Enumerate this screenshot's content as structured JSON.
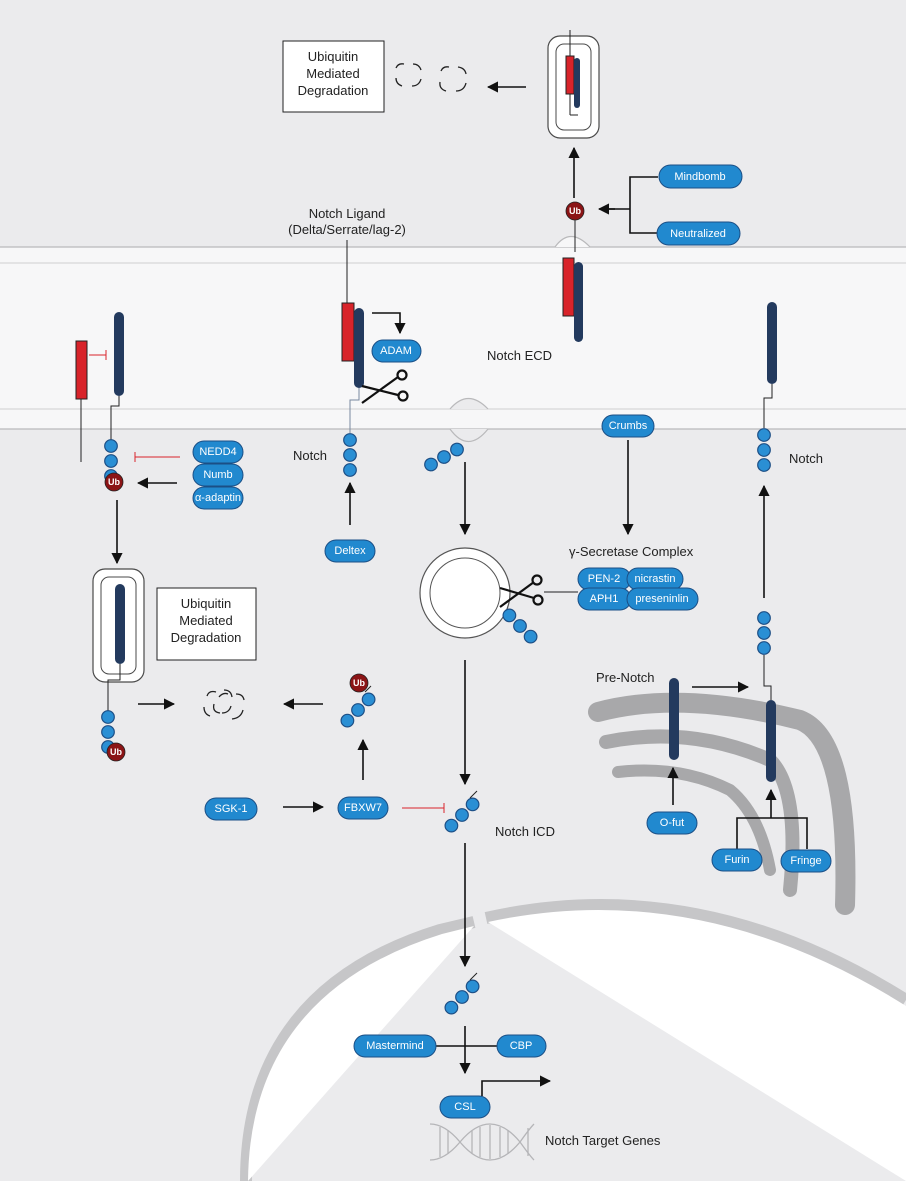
{
  "labels": {
    "ubiquitin_top": [
      "Ubiquitin",
      "Mediated",
      "Degradation"
    ],
    "ubiquitin_left": [
      "Ubiquitin",
      "Mediated",
      "Degradation"
    ],
    "notch_ligand": [
      "Notch Ligand",
      "(Delta/Serrate/lag-2)"
    ],
    "notch_ecd": "Notch ECD",
    "notch_left": "Notch",
    "notch_right": "Notch",
    "gamma_secretase": "γ-Secretase Complex",
    "pre_notch": "Pre-Notch",
    "notch_icd": "Notch ICD",
    "notch_target_genes": "Notch Target Genes"
  },
  "pills": {
    "mindbomb": "Mindbomb",
    "neutralized": "Neutralized",
    "adam": "ADAM",
    "crumbs": "Crumbs",
    "nedd4": "NEDD4",
    "numb": "Numb",
    "alpha_adaptin": "α-adaptin",
    "deltex": "Deltex",
    "pen2": "PEN-2",
    "nicrastin": "nicrastin",
    "aph1": "APH1",
    "preseninlin": "preseninlin",
    "sgk1": "SGK-1",
    "fbxw7": "FBXW7",
    "ofut": "O-fut",
    "furin": "Furin",
    "fringe": "Fringe",
    "mastermind": "Mastermind",
    "cbp": "CBP",
    "csl": "CSL"
  },
  "ub": "Ub",
  "colors": {
    "background": "#ebebed",
    "membrane": "#f7f7f8",
    "pill": "#2189cf",
    "receptor": "#233a5e",
    "ligand": "#d8232a",
    "ub": "#8b1416",
    "golgi": "#a8a8a8"
  }
}
